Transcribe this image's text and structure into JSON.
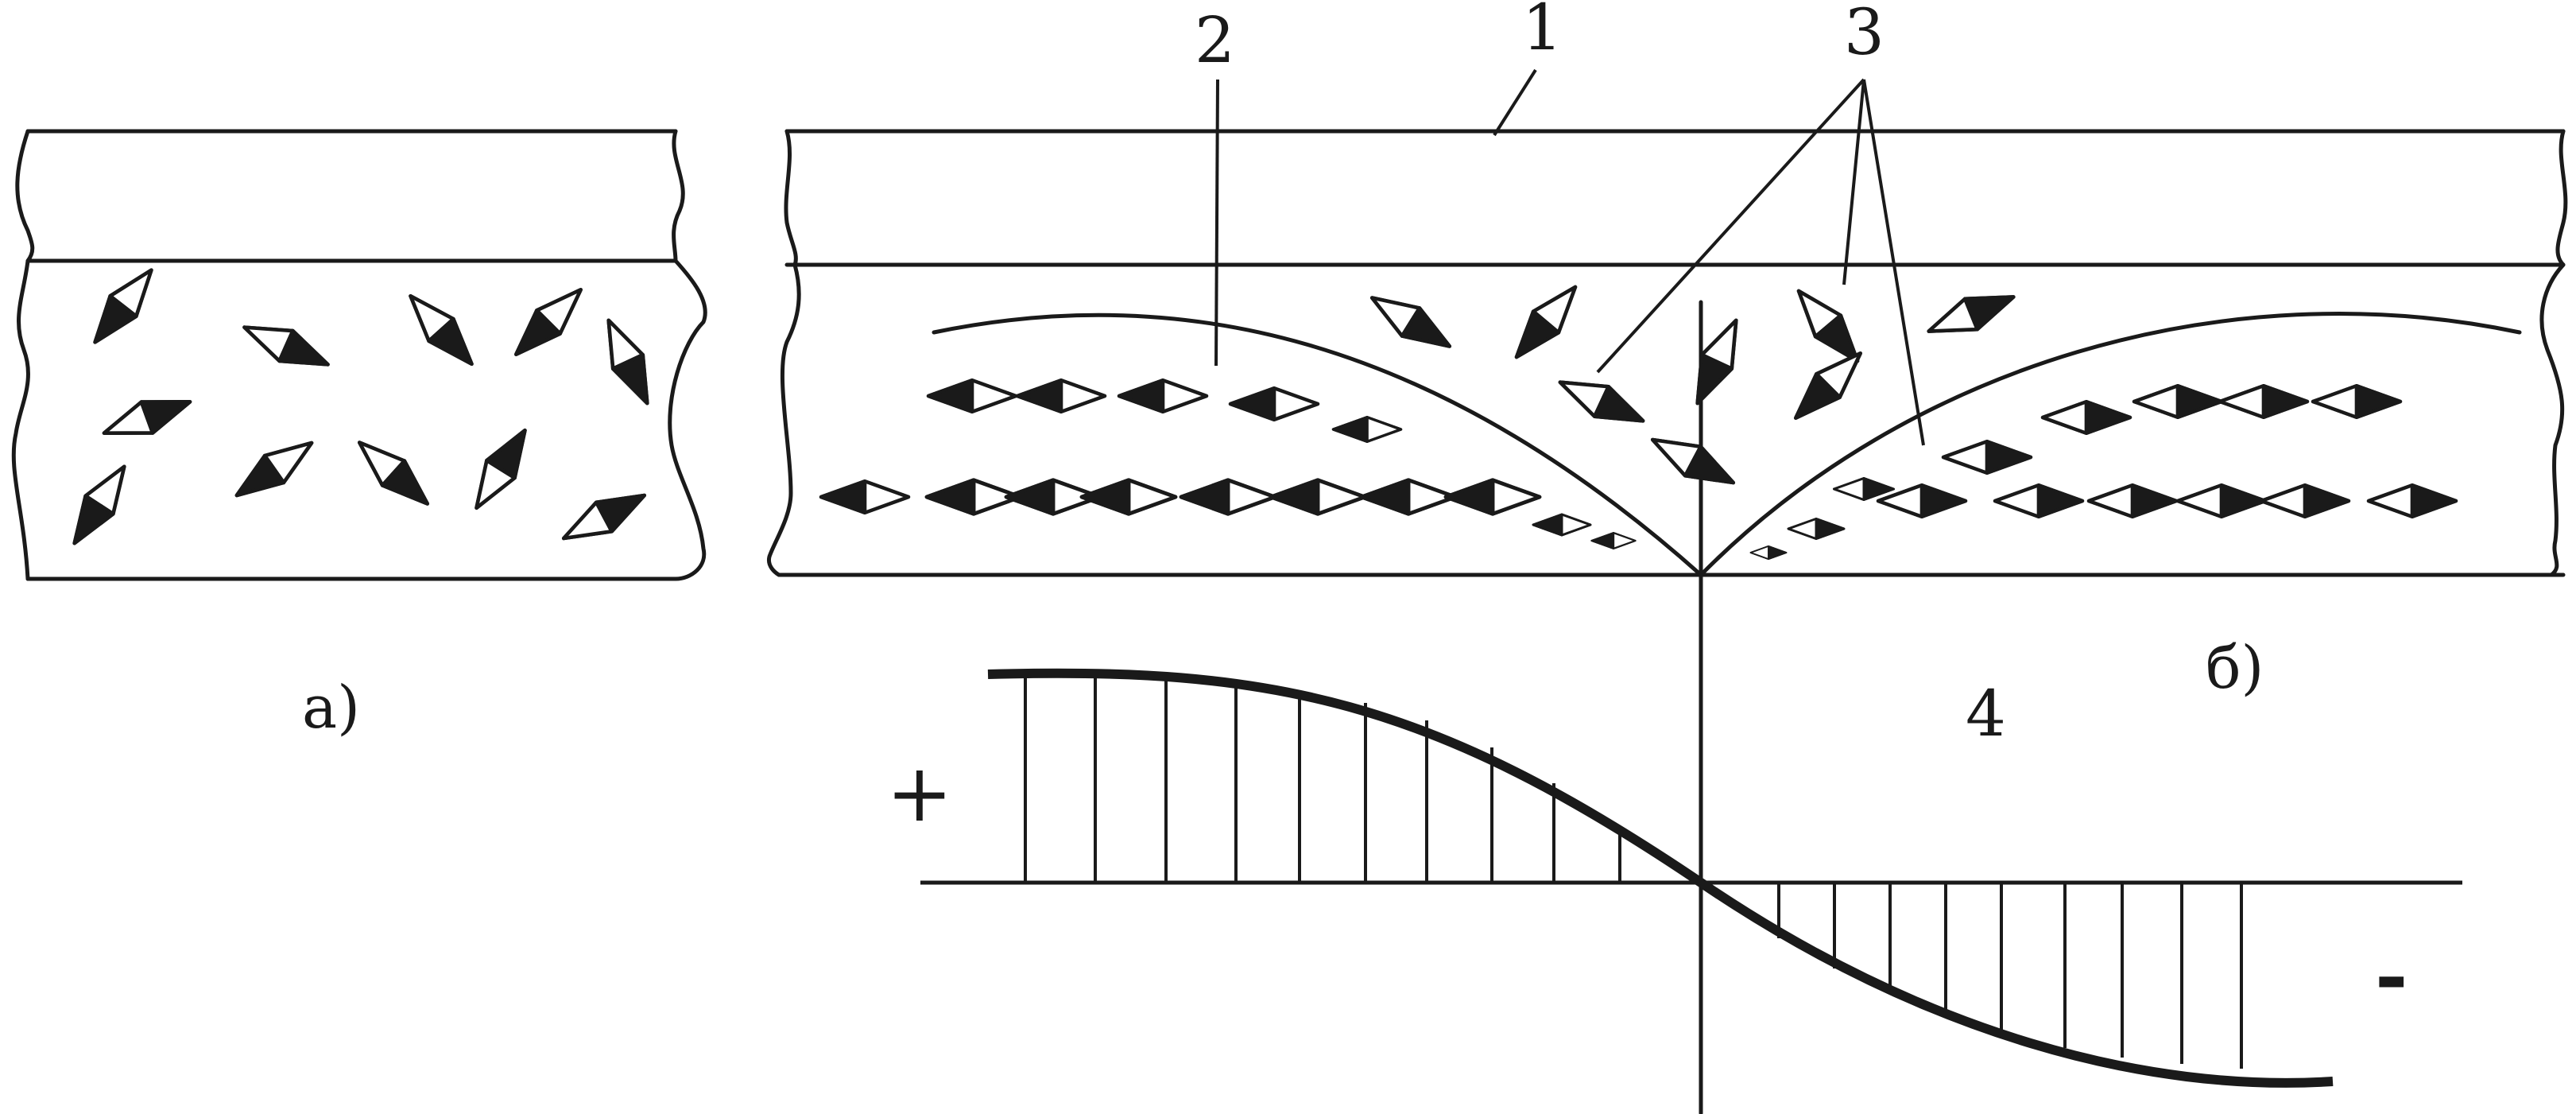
{
  "labels": {
    "panel_a": "а)",
    "panel_b": "б)",
    "n1": "1",
    "n2": "2",
    "n3": "3",
    "n4": "4",
    "plus": "+",
    "minus": "-"
  },
  "colors": {
    "ink": "#1a1a1a",
    "paper": "#ffffff"
  }
}
